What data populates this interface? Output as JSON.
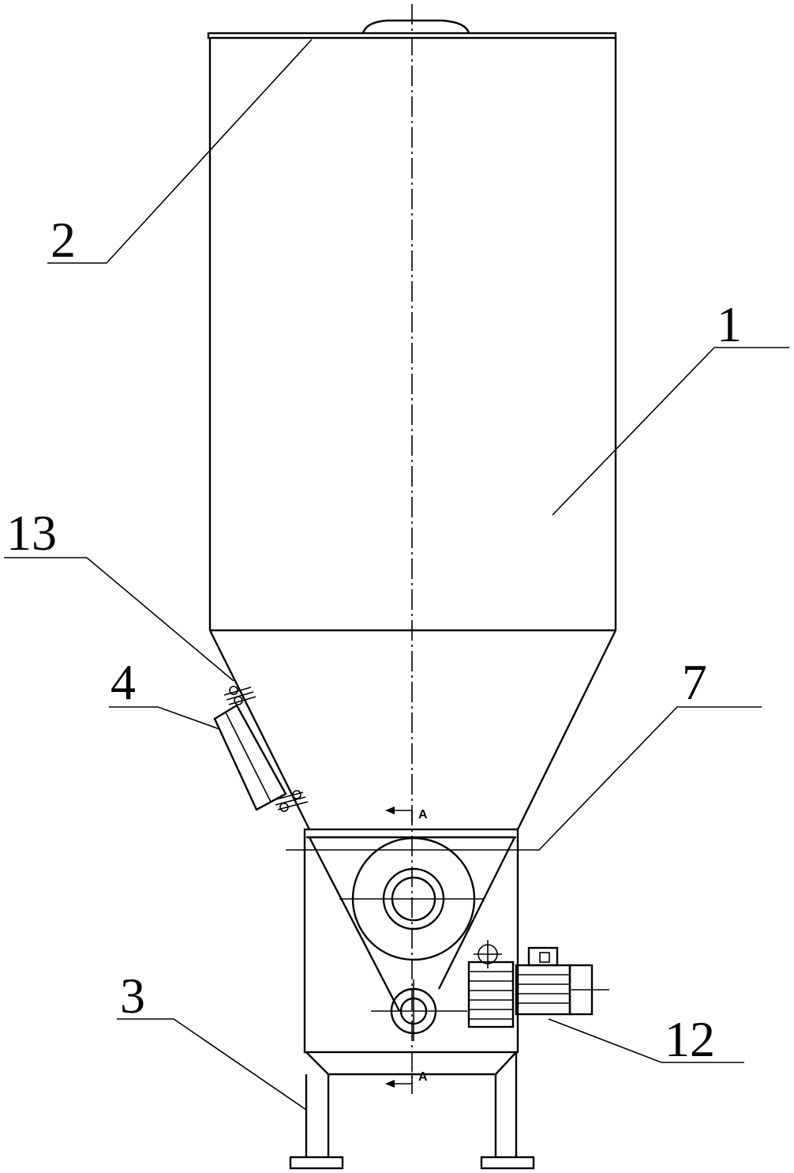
{
  "labels": {
    "tank": "1",
    "lid": "2",
    "frame": "3",
    "side_unit": "4",
    "wheel_housing": "7",
    "motor": "12",
    "clamp": "13"
  },
  "section_marks": {
    "top": "A",
    "bottom": "A"
  }
}
